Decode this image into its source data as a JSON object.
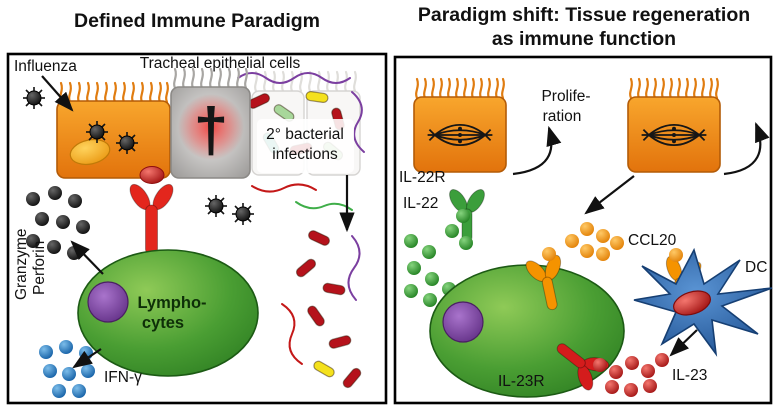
{
  "left_panel": {
    "title": "Defined Immune Paradigm",
    "influenza_label": "Influenza",
    "epithelium_label": "Tracheal epithelial cells",
    "bacterial_line1": "2° bacterial",
    "bacterial_line2": "infections",
    "dagger_symbol": "†",
    "granzyme_label": "Granzyme",
    "perforin_label": "Perforin",
    "lymphocyte_line1": "Lympho-",
    "lymphocyte_line2": "cytes",
    "ifn_label": "IFN-γ"
  },
  "right_panel": {
    "title_line1": "Paradigm shift: Tissue regeneration",
    "title_line2": "as immune function",
    "proliferation_line1": "Prolife-",
    "proliferation_line2": "ration",
    "il22r_label": "IL-22R",
    "il22_label": "IL-22",
    "ccl20_label": "CCL20",
    "dc_label": "DC",
    "il23r_label": "IL-23R",
    "il23_label": "IL-23"
  },
  "colors": {
    "epithelium_orange": "#ef8b12",
    "virus_black": "#141414",
    "lymphocyte_green": "#3f9b35",
    "nucleus_purple": "#7b3fa0",
    "ifn_gamma_blue": "#1f78c8",
    "il22_green": "#2f9e33",
    "ccl20_orange": "#f59300",
    "il23_red": "#cc2020",
    "receptor_red": "#e3261d",
    "dc_blue": "#2e6fb5",
    "dying_cell_gray": "#9e9c9a"
  }
}
